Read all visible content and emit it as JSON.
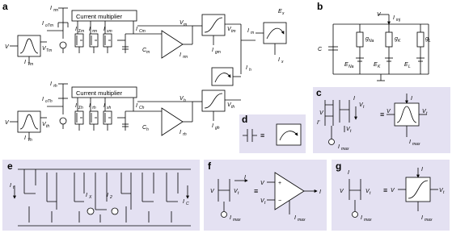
{
  "panels": [
    {
      "id": "a",
      "label": "a"
    },
    {
      "id": "b",
      "label": "b"
    },
    {
      "id": "c",
      "label": "c"
    },
    {
      "id": "d",
      "label": "d"
    },
    {
      "id": "e",
      "label": "e"
    },
    {
      "id": "f",
      "label": "f"
    },
    {
      "id": "g",
      "label": "g"
    }
  ],
  "panel_a": {
    "multiplier_label_top": "Current multiplier",
    "multiplier_label_bottom": "Current multiplier",
    "top_labels": {
      "v_left": "V",
      "i_tm": "I",
      "i_tm_sub": "Tm",
      "v_tm": "V",
      "v_tm_sub": "Tm",
      "i_taum": "I",
      "i_taum_sub": "τm",
      "i_otm": "I",
      "i_otm_sub": "oTm",
      "i_sm": "I",
      "i_sm_sub": "Σm",
      "i_tm2": "I",
      "i_tm2_sub": "τm",
      "i_xm": "I",
      "i_xm_sub": "xm",
      "i_cm": "I",
      "i_cm_sub": "Cm",
      "c_m": "C",
      "c_m_sub": "m",
      "v_m": "V",
      "v_m_sub": "m",
      "i_tm3": "I",
      "i_tm3_sub": "τm",
      "v_tm2": "V",
      "v_tm2_sub": "tm",
      "i_gm": "I",
      "i_gm_sub": "gm",
      "i_m": "I",
      "i_m_sub": "m",
      "e_x": "E",
      "e_x_sub": "x",
      "i_x": "I",
      "i_x_sub": "x"
    },
    "bottom_labels": {
      "v_left": "V",
      "i_th": "I",
      "i_th_sub": "Th",
      "v_th": "V",
      "v_th_sub": "th",
      "i_tauh": "I",
      "i_tauh_sub": "τh",
      "i_oth": "I",
      "i_oth_sub": "oTh",
      "i_sh": "I",
      "i_sh_sub": "Σh",
      "i_th2": "I",
      "i_th2_sub": "τh",
      "i_xh": "I",
      "i_xh_sub": "xh",
      "i_ch": "I",
      "i_ch_sub": "Ch",
      "c_h": "C",
      "c_h_sub": "h",
      "v_h": "V",
      "v_h_sub": "h",
      "i_th3": "I",
      "i_th3_sub": "τh",
      "v_th2": "V",
      "v_th2_sub": "th",
      "i_gh": "I",
      "i_gh_sub": "gh",
      "i_h": "I",
      "i_h_sub": "h"
    }
  },
  "panel_b": {
    "v": "V",
    "i_inj": "I",
    "i_inj_sub": "inj",
    "c": "C",
    "g_na": "g",
    "g_na_sub": "Na",
    "g_k": "g",
    "g_k_sub": "K",
    "g_l": "g",
    "g_l_sub": "L",
    "e_na": "E",
    "e_na_sub": "Na",
    "e_k": "E",
    "e_k_sub": "K",
    "e_l": "E",
    "e_l_sub": "L"
  },
  "panel_c": {
    "i": "I",
    "v_left": "V",
    "v_t": "V",
    "v_t_sub": "t",
    "i_prime": "I'",
    "v_t2": "V",
    "v_t2_sub": "t",
    "i_max": "I",
    "i_max_sub": "max",
    "equiv": "≡",
    "rhs_v": "V",
    "rhs_vt": "V",
    "rhs_vt_sub": "t",
    "rhs_i": "I",
    "rhs_imax": "I",
    "rhs_imax_sub": "max"
  },
  "panel_d": {
    "equiv": "≡"
  },
  "panel_e": {
    "i_t": "I",
    "i_t_sub": "t",
    "i_x": "I",
    "i_x_sub": "X",
    "i_2": "I",
    "i_2_sub": "2",
    "i_c": "I",
    "i_c_sub": "C"
  },
  "panel_f": {
    "i": "I",
    "v": "V",
    "v_t": "V",
    "v_t_sub": "t",
    "i_max": "I",
    "i_max_sub": "max",
    "equiv": "≡",
    "rhs_v": "V",
    "rhs_vt": "V",
    "rhs_vt_sub": "t",
    "rhs_i": "I",
    "rhs_imax": "I",
    "rhs_imax_sub": "max",
    "plus": "+",
    "minus": "−"
  },
  "panel_g": {
    "i": "I",
    "v": "V",
    "v_t": "V",
    "v_t_sub": "t",
    "i_max": "I",
    "i_max_sub": "max",
    "equiv": "≡",
    "rhs_v": "V",
    "rhs_vt": "V",
    "rhs_vt_sub": "t",
    "rhs_i": "I",
    "rhs_imax": "I",
    "rhs_imax_sub": "max"
  }
}
